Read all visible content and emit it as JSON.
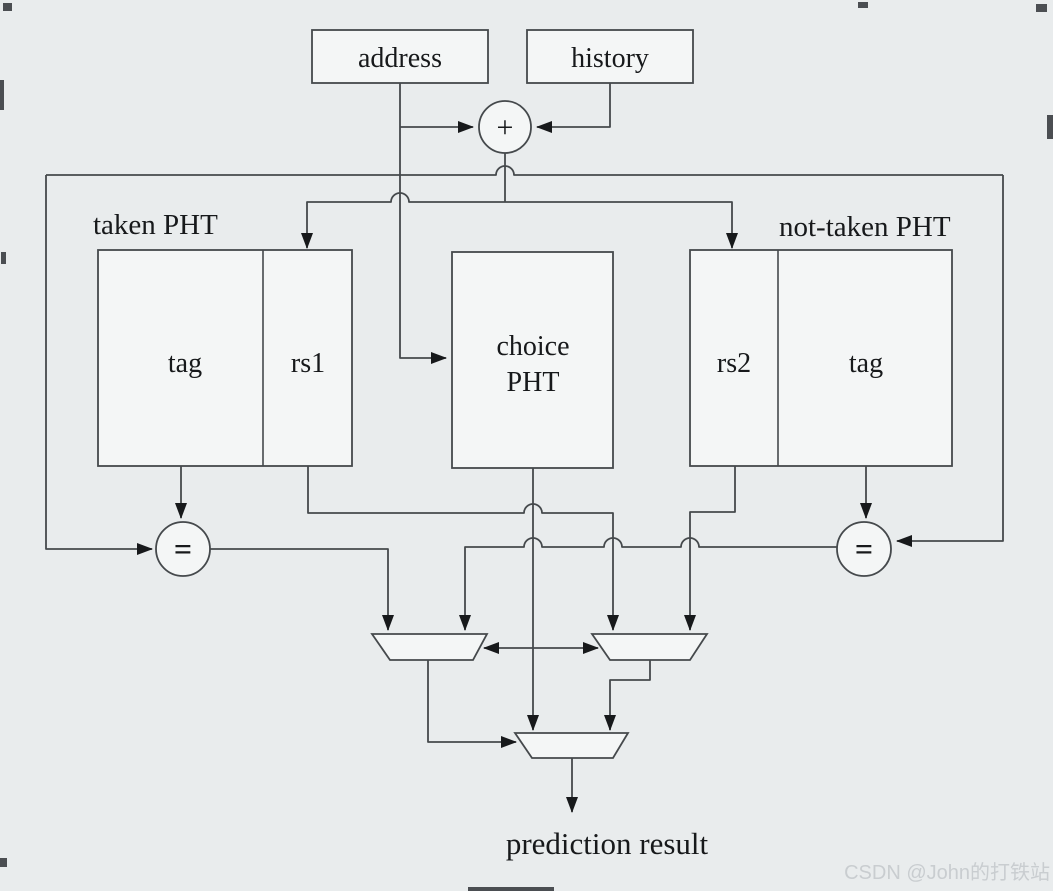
{
  "colors": {
    "bg": "#e9eced",
    "paper": "#f4f6f6",
    "line": "#45494c",
    "ink": "#17191b",
    "arrow": "#17191b",
    "wm": "#c9cdd0"
  },
  "inputs": {
    "address": "address",
    "history": "history"
  },
  "hash": {
    "symbol": "+"
  },
  "tables": {
    "taken_label": "taken PHT",
    "not_taken_label": "not-taken PHT",
    "taken": {
      "tag": "tag",
      "rs": "rs1"
    },
    "not_taken": {
      "rs": "rs2",
      "tag": "tag"
    },
    "choice": {
      "line1": "choice",
      "line2": "PHT"
    }
  },
  "comparators": {
    "left": "=",
    "right": "="
  },
  "result": {
    "label": "prediction result"
  },
  "watermark": {
    "text": "CSDN @John的打铁站"
  }
}
